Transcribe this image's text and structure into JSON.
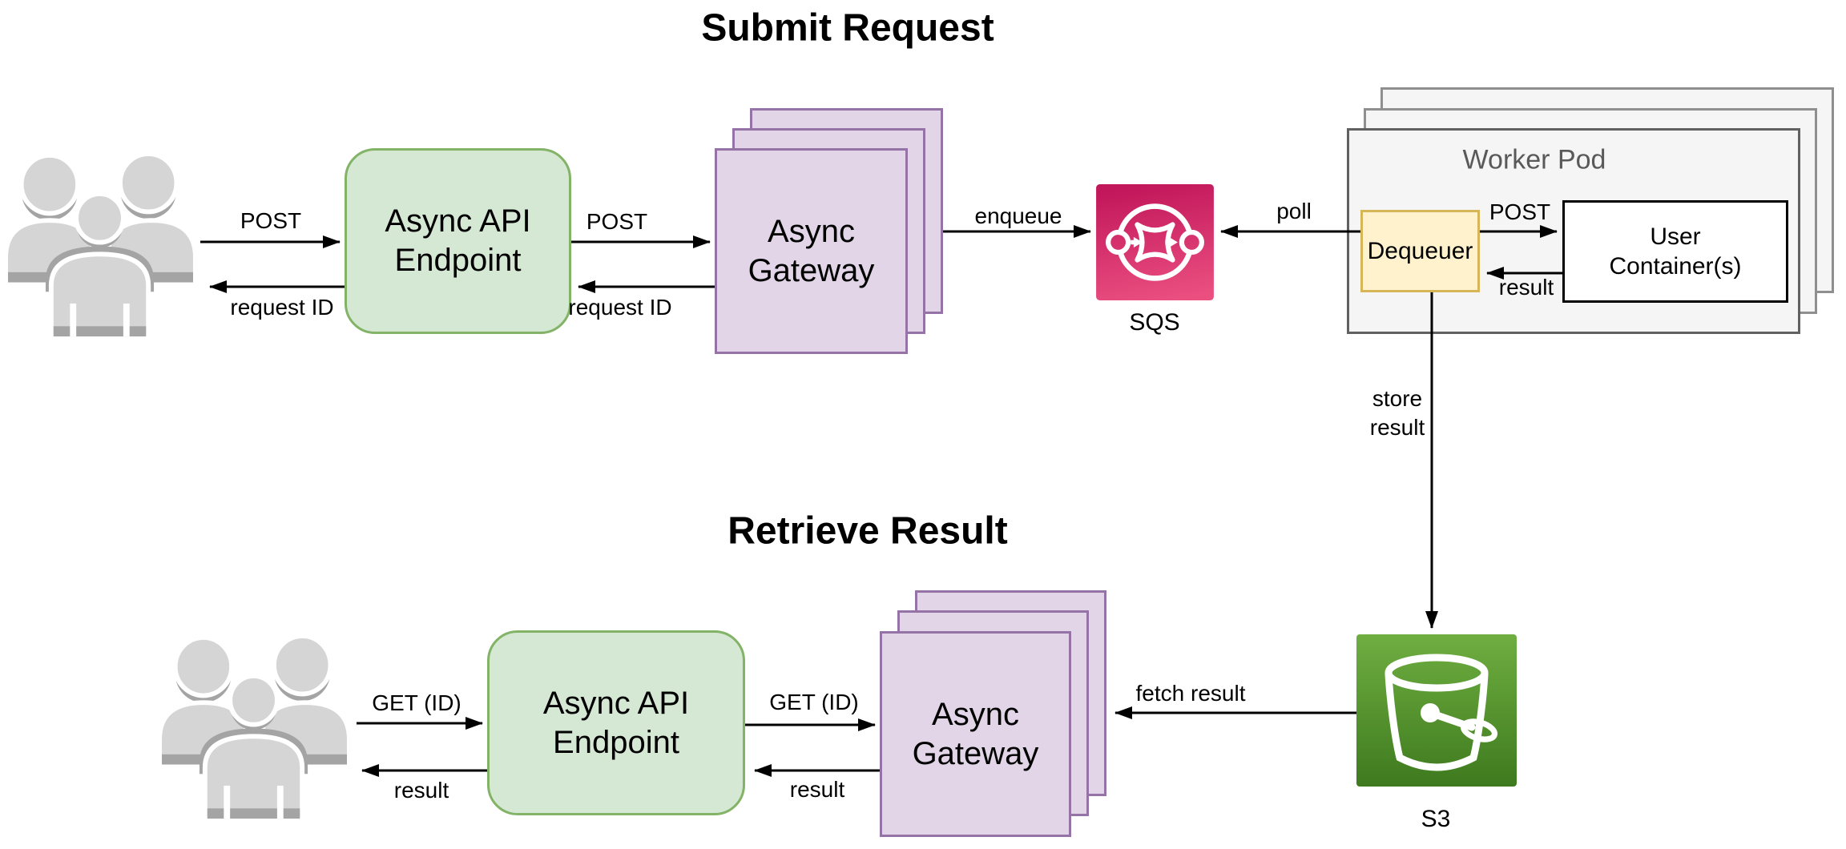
{
  "titles": {
    "submit": "Submit Request",
    "retrieve": "Retrieve Result"
  },
  "nodes": {
    "endpoint_top": {
      "line1": "Async API",
      "line2": "Endpoint"
    },
    "gateway_top": {
      "line1": "Async",
      "line2": "Gateway"
    },
    "sqs": {
      "label": "SQS"
    },
    "worker_pod": {
      "label": "Worker Pod"
    },
    "dequeuer": {
      "label": "Dequeuer"
    },
    "user_containers": {
      "line1": "User",
      "line2": "Container(s)"
    },
    "s3": {
      "label": "S3"
    },
    "endpoint_bottom": {
      "line1": "Async API",
      "line2": "Endpoint"
    },
    "gateway_bottom": {
      "line1": "Async",
      "line2": "Gateway"
    }
  },
  "edges": {
    "post_users": "POST",
    "request_id_users": "request ID",
    "post_gateway": "POST",
    "request_id_endpoint": "request ID",
    "enqueue": "enqueue",
    "poll": "poll",
    "post_container": "POST",
    "result_dequeuer": "result",
    "store_result_line1": "store",
    "store_result_line2": "result",
    "fetch_result": "fetch result",
    "get_users": "GET (ID)",
    "result_users": "result",
    "get_gateway": "GET (ID)",
    "result_endpoint": "result"
  },
  "colors": {
    "endpoint_fill": "#d5e8d4",
    "endpoint_border": "#82b366",
    "gateway_fill": "#e1d5e7",
    "gateway_border": "#9673a6",
    "dequeuer_fill": "#fff2cc",
    "dequeuer_border": "#d6b656",
    "worker_pod_fill": "#f5f5f5",
    "worker_pod_border": "#616161",
    "user_container_border": "#000000",
    "sqs_gradient_top": "#c2175b",
    "sqs_gradient_bottom": "#ea4f80",
    "s3_gradient_top": "#6fae41",
    "s3_gradient_bottom": "#3e7a1e",
    "users_gray": "#d5d5d5",
    "users_shadow": "#a4a4a4",
    "arrow": "#000000",
    "worker_pod_text": "#595959"
  }
}
